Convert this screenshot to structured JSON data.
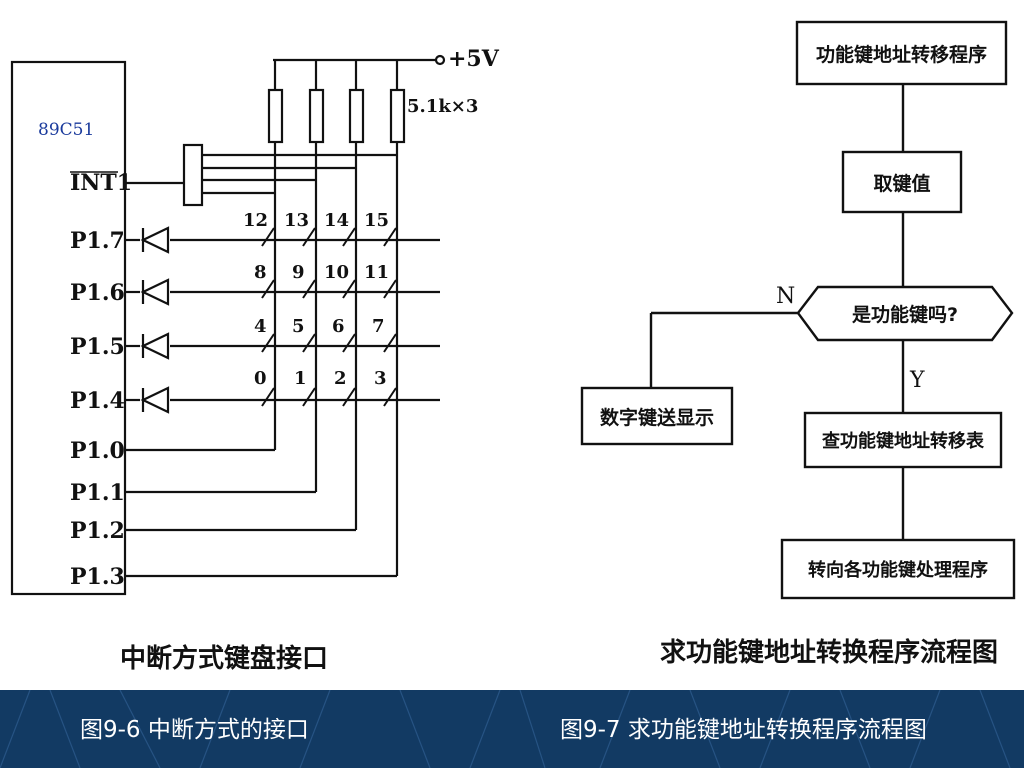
{
  "circuit": {
    "chip_label": "89C51",
    "supply_label": "+5V",
    "resistor_label": "5.1k×3",
    "int_pin": "INT1",
    "port_pins": [
      "P1.7",
      "P1.6",
      "P1.5",
      "P1.4",
      "P1.0",
      "P1.1",
      "P1.2",
      "P1.3"
    ],
    "key_rows": [
      [
        "12",
        "13",
        "14",
        "15"
      ],
      [
        "8",
        "9",
        "10",
        "11"
      ],
      [
        "4",
        "5",
        "6",
        "7"
      ],
      [
        "0",
        "1",
        "2",
        "3"
      ]
    ],
    "caption": "中断方式键盘接口"
  },
  "flowchart": {
    "boxes": {
      "start": "功能键地址转移程序",
      "get_key": "取键值",
      "decision": "是功能键吗?",
      "numeric": "数字键送显示",
      "lookup": "查功能键地址转移表",
      "dispatch": "转向各功能键处理程序"
    },
    "no_label": "N",
    "yes_label": "Y",
    "caption": "求功能键地址转换程序流程图"
  },
  "footer": {
    "left_caption": "图9-6   中断方式的接口",
    "right_caption": "图9-7  求功能键地址转换程序流程图",
    "background": "#123a63"
  }
}
